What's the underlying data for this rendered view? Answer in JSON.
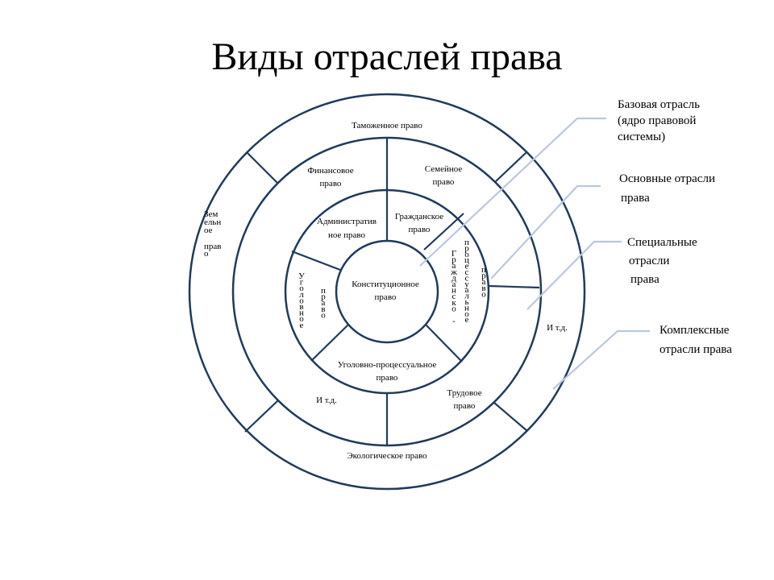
{
  "title": "Виды отраслей права",
  "core": [
    "Конституционное",
    "право"
  ],
  "ring1": {
    "administrative": [
      "Административ",
      "ное право"
    ],
    "civil": [
      "Гражданское",
      "право"
    ],
    "criminal_vertical": "Уголовное",
    "criminal_vertical2": "право",
    "civil_proc_col1": "Гражданско -",
    "civil_proc_col2": "процессуальное",
    "civil_proc_col3": "право",
    "criminal_proc": [
      "Уголовно-процессуальное",
      "право"
    ]
  },
  "ring2": {
    "financial": [
      "Финансовое",
      "право"
    ],
    "family": [
      "Семейное",
      "право"
    ],
    "labor": [
      "Трудовое",
      "право"
    ],
    "etc": "И т.д."
  },
  "ring3": {
    "customs": "Таможенное право",
    "ecological": "Экологическое право",
    "etc": "И т.д.",
    "land": [
      "Зем",
      "ельн",
      "ое",
      "",
      "прав",
      "о"
    ]
  },
  "legend": {
    "base": [
      "Базовая отрасль",
      "(ядро правовой",
      "системы)"
    ],
    "main": [
      "Основные отрасли",
      "права"
    ],
    "special": [
      "Специальные",
      "отрасли",
      "права"
    ],
    "complex": [
      "Комплексные",
      "отрасли права"
    ]
  },
  "colors": {
    "ring": "#1f3b5c",
    "pointer": "#b9c8df",
    "text": "#000000"
  }
}
